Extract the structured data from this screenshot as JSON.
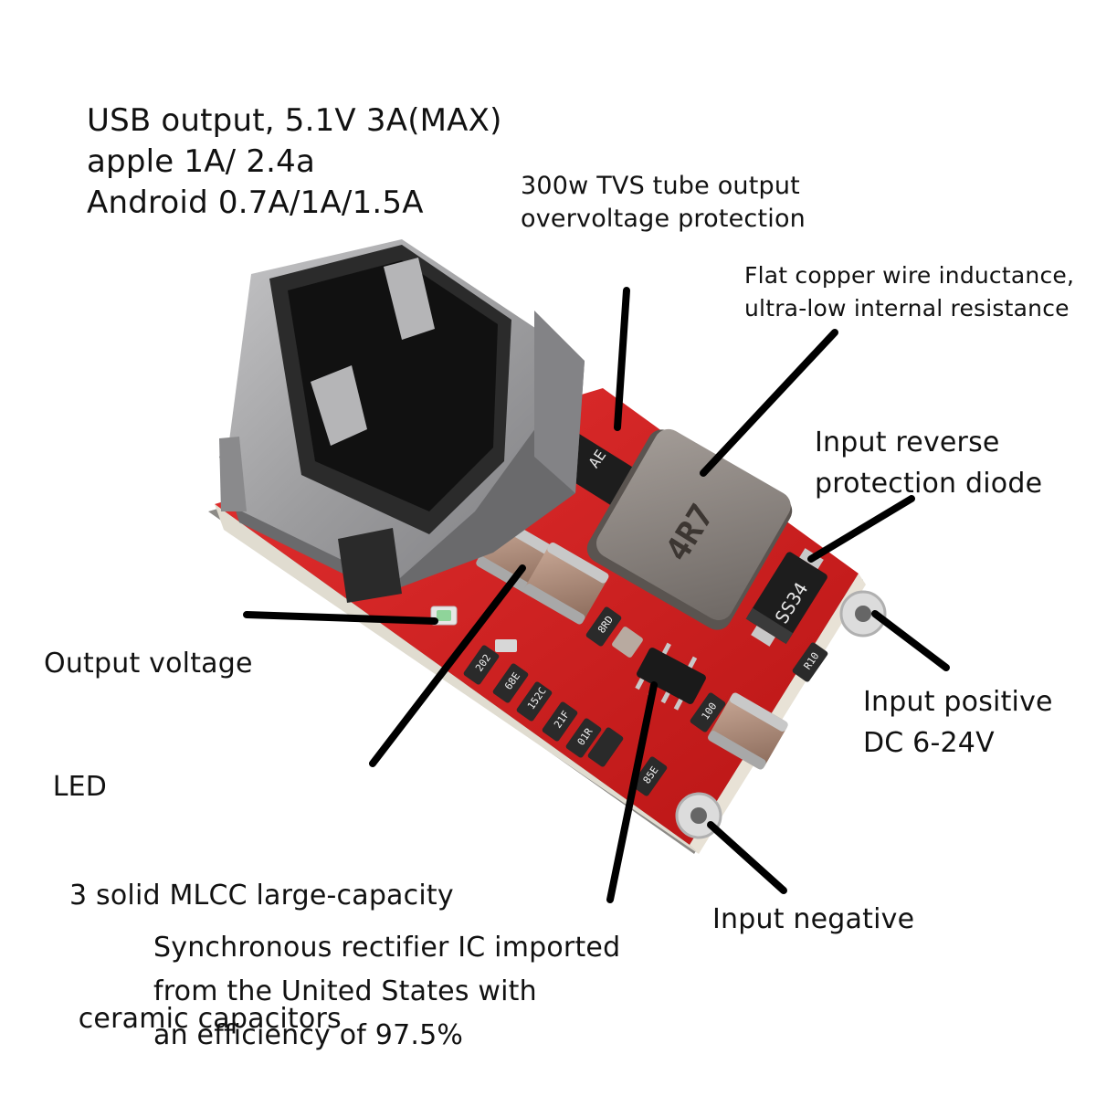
{
  "callouts": {
    "usb_output": {
      "lines": [
        "USB output, 5.1V 3A(MAX)",
        "apple 1A/ 2.4a",
        "Android 0.7A/1A/1.5A"
      ]
    },
    "tvs_tube": {
      "lines": [
        "300w TVS tube output",
        "overvoltage protection"
      ]
    },
    "inductance": {
      "lines": [
        "Flat copper wire inductance,",
        "ultra-low internal resistance"
      ]
    },
    "reverse_diode": {
      "lines": [
        "Input reverse",
        "protection diode"
      ]
    },
    "output_led": {
      "lines": [
        "Output voltage",
        " LED"
      ]
    },
    "input_positive": {
      "lines": [
        "Input positive",
        "DC 6-24V"
      ]
    },
    "mlcc": {
      "lines": [
        "3 solid MLCC large-capacity",
        " ceramic capacitors"
      ]
    },
    "input_negative": {
      "lines": [
        "Input negative"
      ]
    },
    "rectifier_ic": {
      "lines": [
        "Synchronous rectifier IC imported",
        "from the United States with",
        "an efficiency of 97.5%"
      ]
    }
  },
  "board_markings": {
    "inductor": "4R7",
    "diode": "SS34",
    "tvs": "AE",
    "resistors": [
      "202",
      "68E",
      "152C",
      "21F",
      "01R",
      "R10",
      "100",
      "85E",
      "8RD"
    ]
  },
  "colors": {
    "pcb": "#d81e1e",
    "usb_metal": "#a4a4a6",
    "leader": "#000000"
  }
}
